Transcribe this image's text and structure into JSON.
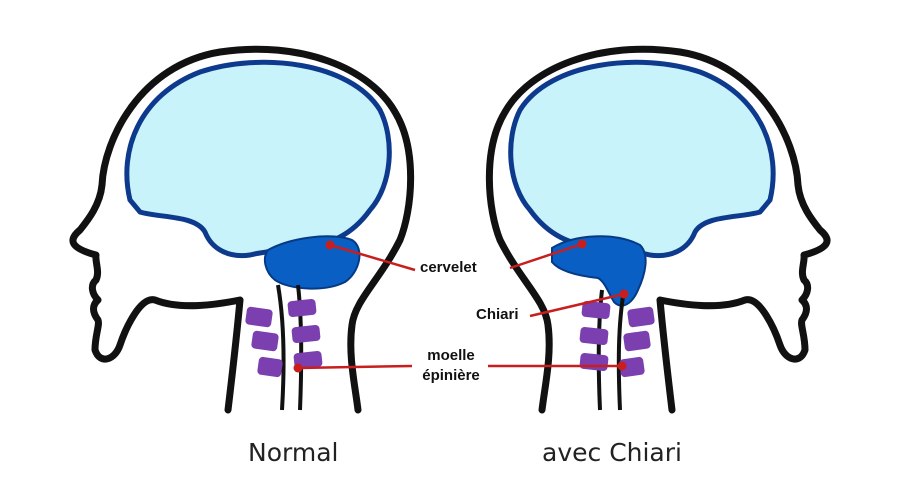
{
  "labels": {
    "cervelet": "cervelet",
    "chiari": "Chiari",
    "moelle_line1": "moelle",
    "moelle_line2": "épinière"
  },
  "captions": {
    "normal": "Normal",
    "chiari": "avec Chiari"
  },
  "colors": {
    "brain_fill": "#c8f3fb",
    "brain_outline": "#0d3a8c",
    "cerebellum": "#0a5fc4",
    "vertebrae": "#7b3fb0",
    "pointer": "#c81e1e",
    "outline": "#111111"
  }
}
